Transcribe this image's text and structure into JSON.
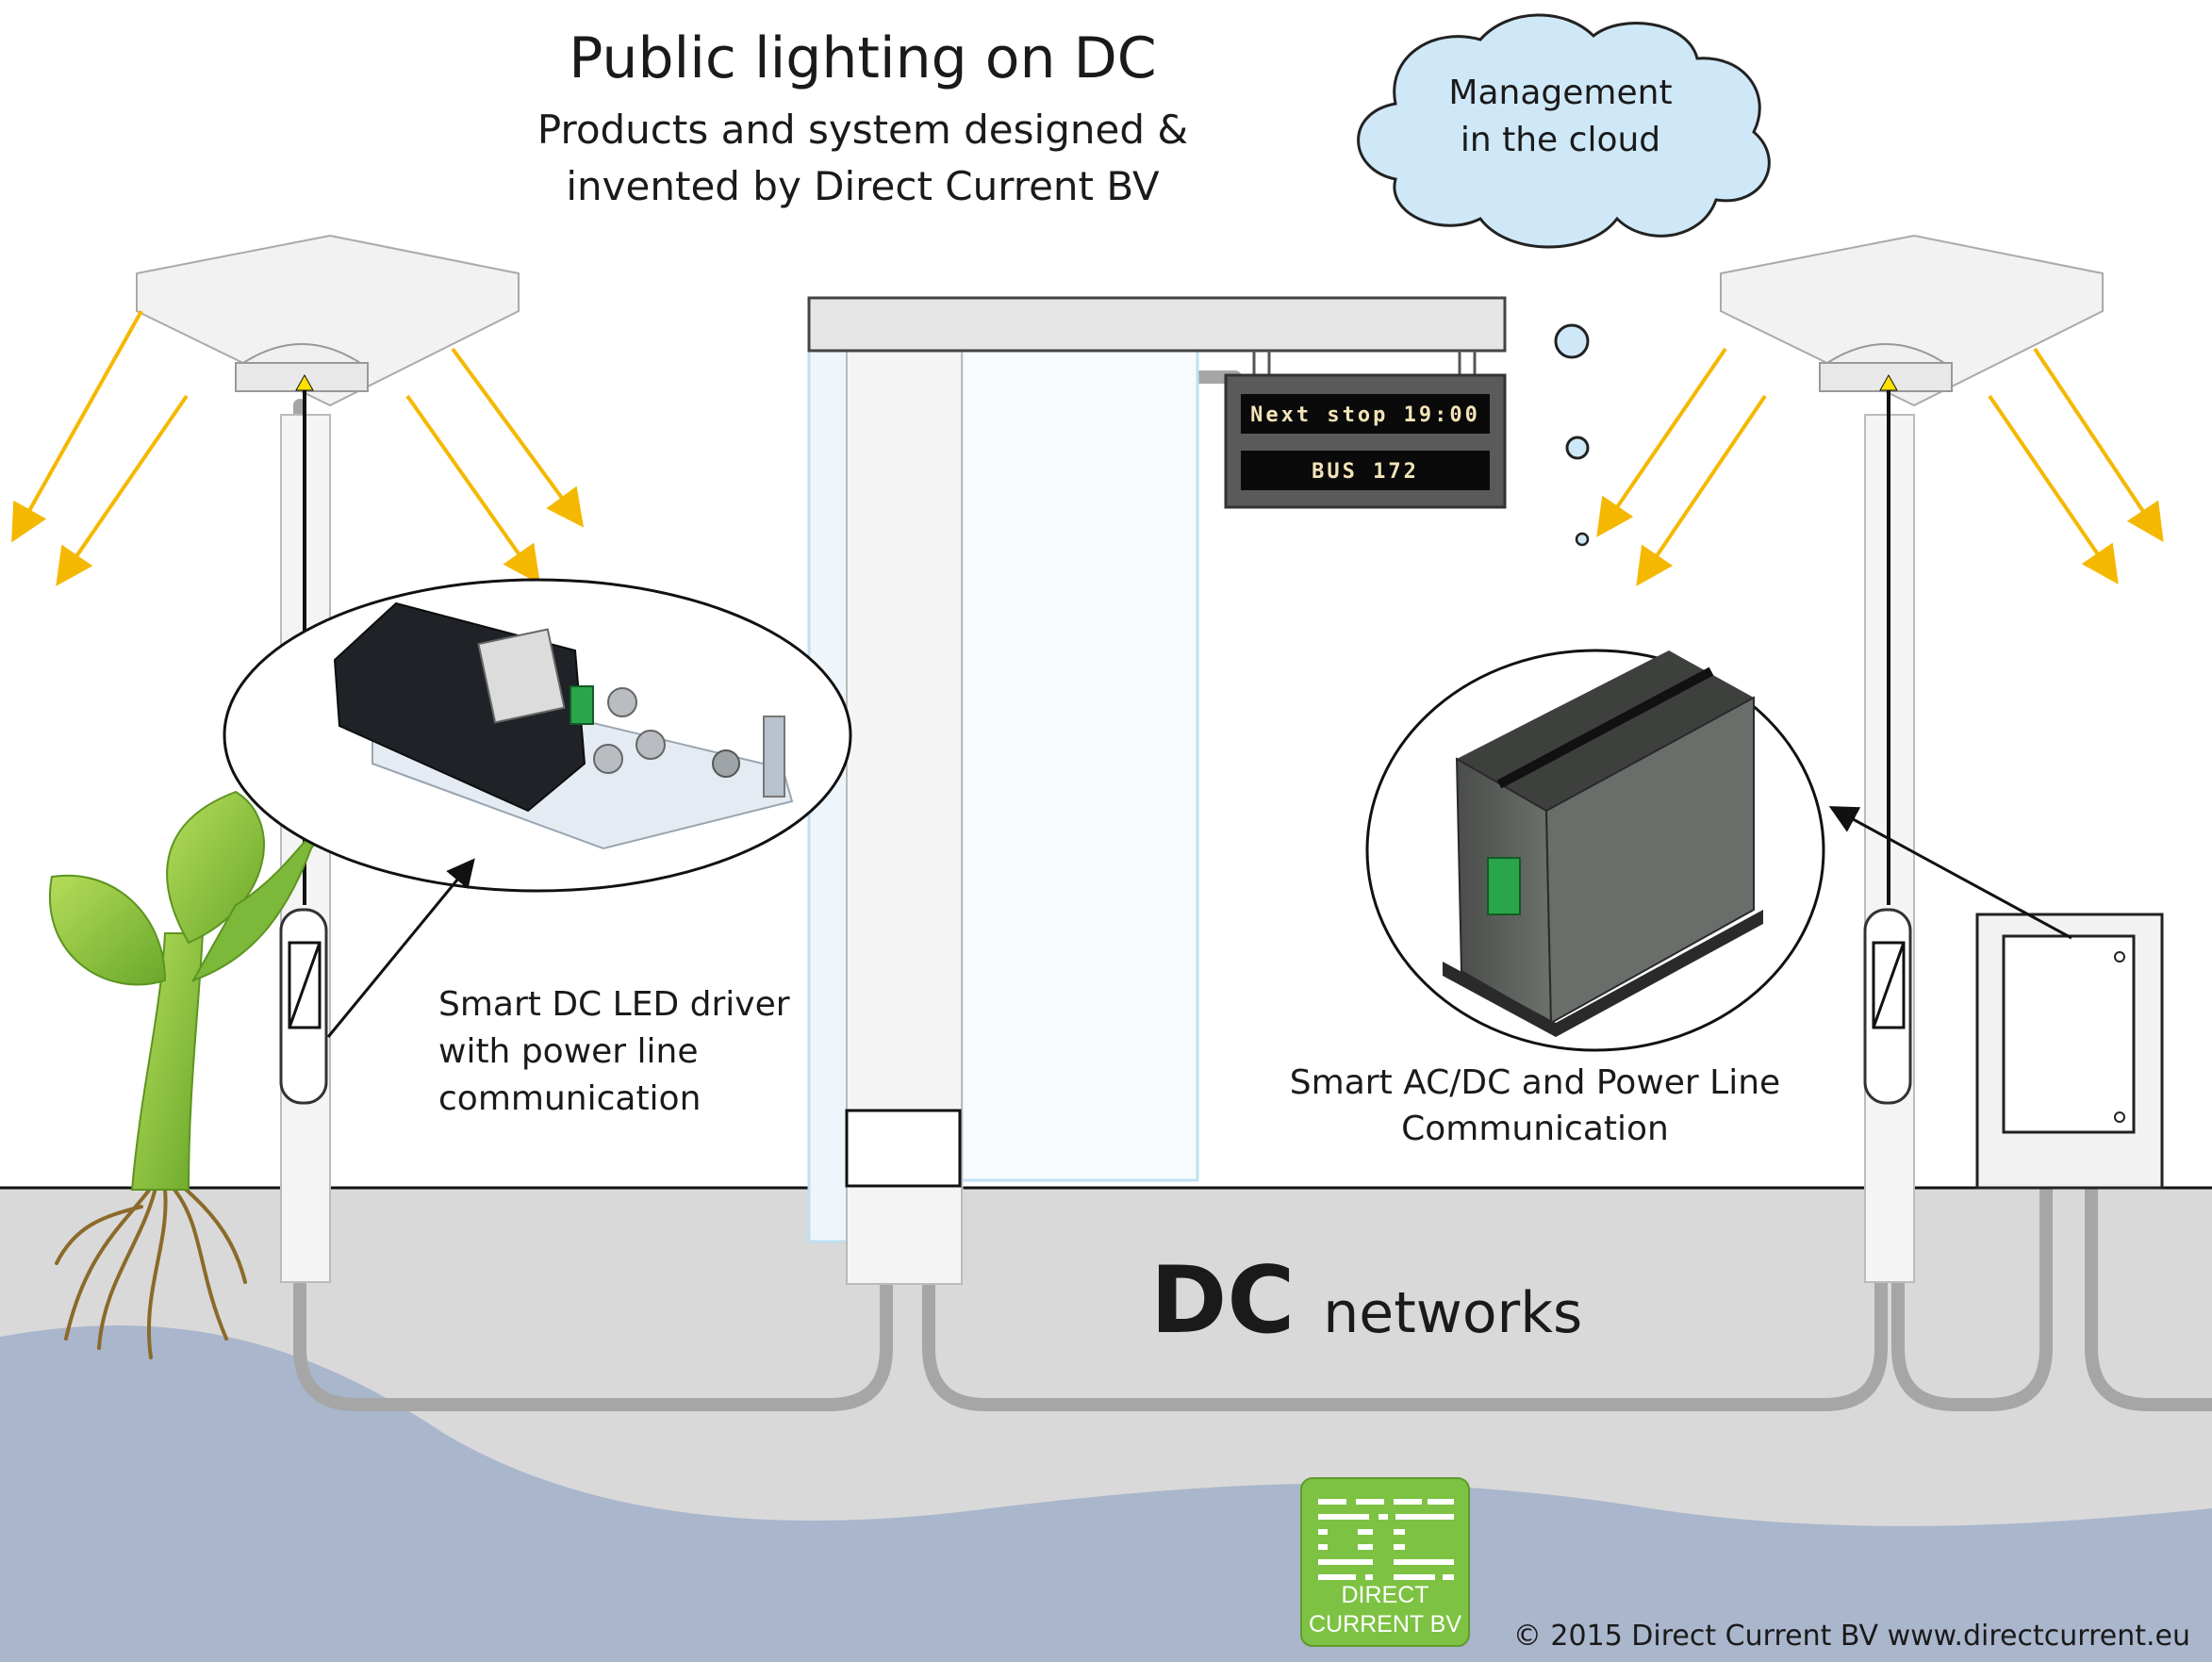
{
  "title": {
    "main": "Public lighting on DC",
    "sub_line1": "Products and system designed &",
    "sub_line2": "invented by Direct Current BV"
  },
  "cloud": {
    "line1": "Management",
    "line2": "in the cloud"
  },
  "bus_sign": {
    "line1": "Next stop 19:00",
    "line2": "BUS 172"
  },
  "led_driver": {
    "line1": "Smart DC LED driver",
    "line2": "with power line",
    "line3": "communication"
  },
  "acdc": {
    "line1": "Smart AC/DC and Power Line",
    "line2": "Communication"
  },
  "network": {
    "bold": "DC",
    "rest": "networks"
  },
  "logo": {
    "line1": "DIRECT",
    "line2": "CURRENT BV"
  },
  "copyright": "© 2015 Direct Current BV www.directcurrent.eu",
  "colors": {
    "ground": "#d9d9d9",
    "water": "#a9b6cc",
    "cable": "#a6a6a6",
    "light_ray": "#f5b800",
    "cloud": "#cfe8f7",
    "logo_green": "#7dc242",
    "plant_green": "#8cc63f"
  }
}
